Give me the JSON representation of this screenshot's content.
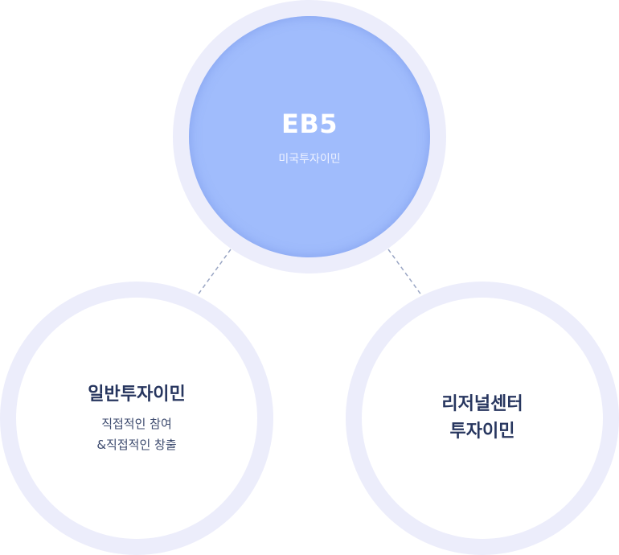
{
  "center": {
    "title": "EB5",
    "subtitle": "미국투자이민"
  },
  "left": {
    "title": "일반투자이민",
    "lines": [
      "직접적인 참여",
      "&직접적인 창출"
    ]
  },
  "right": {
    "title_lines": [
      "리저널센터",
      "투자이민"
    ]
  },
  "colors": {
    "ring": "#ecedfb",
    "center_fill": "#a0bcfc",
    "text": "#27365f",
    "connector": "#9aa6c4"
  }
}
